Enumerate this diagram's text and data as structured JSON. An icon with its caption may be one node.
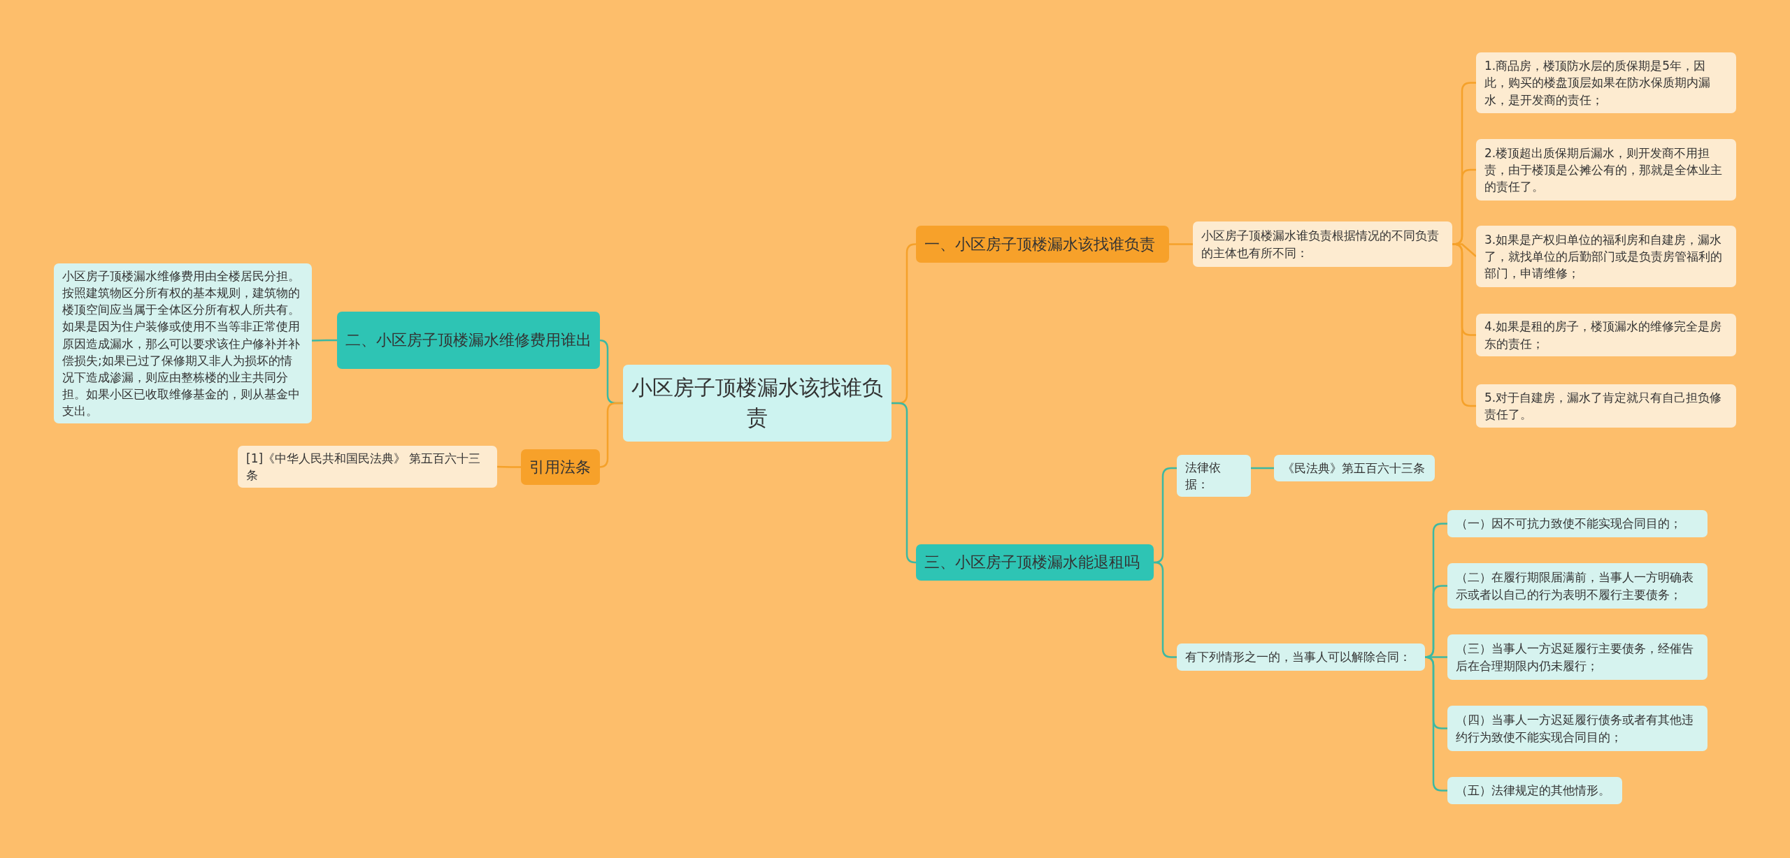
{
  "diagram": {
    "nodes": [
      {
        "text": [
          "小区房子顶楼漏水该找谁负责"
        ]
      },
      {
        "text": [
          "一、小区房子顶楼漏水该找谁负责"
        ]
      },
      {
        "text": [
          "小区房子顶楼漏水谁负责根据情况的不同负责的主体也有所不同："
        ]
      },
      {
        "text": [
          "1.商品房，楼顶防水层的质保期是5年，因此，购买的楼盘顶层如果在防水保质期内漏水，是开发商的责任；"
        ]
      },
      {
        "text": [
          "2.楼顶超出质保期后漏水，则开发商不用担责，由于楼顶是公摊公有的，那就是全体业主的责任了。"
        ]
      },
      {
        "text": [
          "3.如果是产权归单位的福利房和自建房，漏水了，就找单位的后勤部门或是负责房管福利的部门，申请维修；"
        ]
      },
      {
        "text": [
          "4.如果是租的房子，楼顶漏水的维修完全是房东的责任；"
        ]
      },
      {
        "text": [
          "5.对于自建房，漏水了肯定就只有自己担负修责任了。"
        ]
      },
      {
        "text": [
          "三、小区房子顶楼漏水能退租吗"
        ]
      },
      {
        "text": [
          "法律依据："
        ]
      },
      {
        "text": [
          "《民法典》第五百六十三条"
        ]
      },
      {
        "text": [
          "有下列情形之一的，当事人可以解除合同："
        ]
      },
      {
        "text": [
          "（一）因不可抗力致使不能实现合同目的；"
        ]
      },
      {
        "text": [
          "（二）在履行期限届满前，当事人一方明确表示或者以自己的行为表明不履行主要债务；"
        ]
      },
      {
        "text": [
          "（三）当事人一方迟延履行主要债务，经催告后在合理期限内仍未履行；"
        ]
      },
      {
        "text": [
          "（四）当事人一方迟延履行债务或者有其他违约行为致使不能实现合同目的；"
        ]
      },
      {
        "text": [
          "（五）法律规定的其他情形。"
        ]
      },
      {
        "text": [
          "二、小区房子顶楼漏水维修费用谁出"
        ]
      },
      {
        "text": [
          "小区房子顶楼漏水维修费用由全楼居民分担。按照建筑物区分所有权的基本规则，建筑物的楼顶空间应当属于全体区分所有权人所共有。如果是因为住户装修或使用不当等非正常使用原因造成漏水，那么可以要求该住户修补并补偿损失;如果已过了保修期又非人为损坏的情况下造成渗漏，则应由整栋楼的业主共同分担。如果小区已收取维修基金的，则从基金中支出。"
        ]
      },
      {
        "text": [
          "引用法条"
        ]
      },
      {
        "text": [
          "[1]《中华人民共和国民法典》 第五百六十三条"
        ]
      }
    ],
    "edges": [
      {
        "from": 0,
        "to": 1,
        "arrow": "none",
        "color": "#f5a12a"
      },
      {
        "from": 1,
        "to": 2,
        "arrow": "none",
        "color": "#f5a12a"
      },
      {
        "from": 2,
        "to": 3,
        "arrow": "none",
        "color": "#f5a12a"
      },
      {
        "from": 2,
        "to": 4,
        "arrow": "none",
        "color": "#f5a12a"
      },
      {
        "from": 2,
        "to": 5,
        "arrow": "none",
        "color": "#f5a12a"
      },
      {
        "from": 2,
        "to": 6,
        "arrow": "none",
        "color": "#f5a12a"
      },
      {
        "from": 2,
        "to": 7,
        "arrow": "none",
        "color": "#f5a12a"
      },
      {
        "from": 0,
        "to": 8,
        "arrow": "none"
      },
      {
        "from": 8,
        "to": 9,
        "arrow": "none"
      },
      {
        "from": 9,
        "to": 10,
        "arrow": "none"
      },
      {
        "from": 8,
        "to": 11,
        "arrow": "none"
      },
      {
        "from": 11,
        "to": 12,
        "arrow": "none"
      },
      {
        "from": 11,
        "to": 13,
        "arrow": "none"
      },
      {
        "from": 11,
        "to": 14,
        "arrow": "none"
      },
      {
        "from": 11,
        "to": 15,
        "arrow": "none"
      },
      {
        "from": 11,
        "to": 16,
        "arrow": "none"
      },
      {
        "from": 0,
        "to": 17,
        "arrow": "none"
      },
      {
        "from": 17,
        "to": 18,
        "arrow": "none"
      },
      {
        "from": 0,
        "to": 19,
        "arrow": "none",
        "color": "#f5a12a"
      },
      {
        "from": 19,
        "to": 20,
        "arrow": "none",
        "color": "#f5a12a"
      }
    ]
  }
}
